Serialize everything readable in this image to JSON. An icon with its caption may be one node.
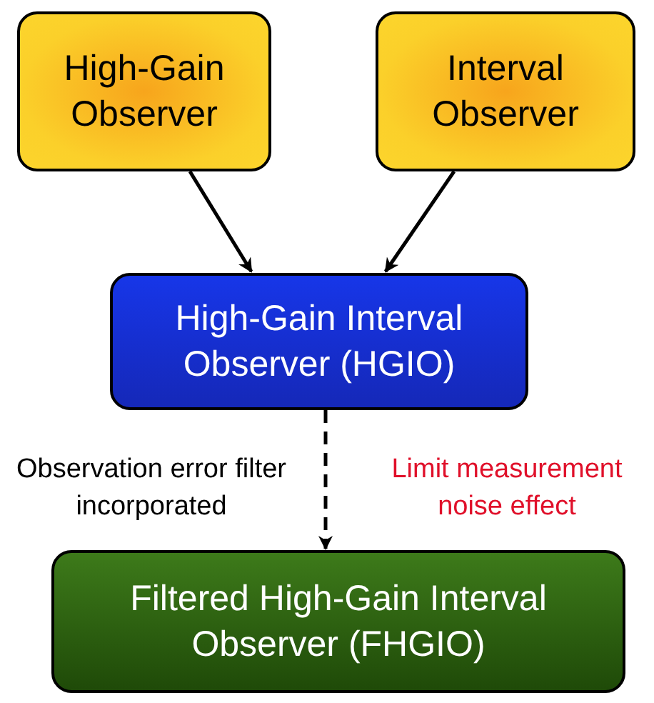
{
  "diagram": {
    "nodes": [
      {
        "text": [
          "High-Gain Observer"
        ]
      },
      {
        "text": [
          "Interval Observer"
        ]
      },
      {
        "text": [
          "High-Gain Interval Observer (HGIO)"
        ]
      },
      {
        "text": [
          "Filtered High-Gain Interval Observer (FHGIO)"
        ]
      }
    ],
    "edges": [
      {
        "from": 0,
        "to": 2,
        "arrow": "to"
      },
      {
        "from": 1,
        "to": 2,
        "arrow": "to"
      },
      {
        "from": 2,
        "to": 3,
        "arrow": "to",
        "style": "dashed",
        "label": "Observation error filter incorporated"
      }
    ],
    "labels": [
      "Limit measurement noise effect"
    ]
  }
}
